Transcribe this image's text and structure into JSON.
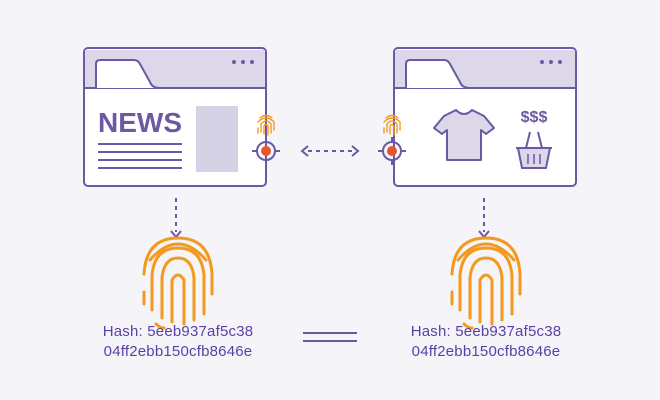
{
  "left_panel": {
    "news_label": "NEWS"
  },
  "right_panel": {
    "price_label": "$$$"
  },
  "hash_left": {
    "prefix": "Hash: 5eeb937af5c38",
    "line2": "04ff2ebb150cfb8646e"
  },
  "hash_right": {
    "prefix": "Hash: 5eeb937af5c38",
    "line2": "04ff2ebb150cfb8646e"
  },
  "colors": {
    "background": "#f5f4f9",
    "outline": "#6b59a3",
    "fill_light": "#dcd8ea",
    "accent_orange": "#f39a1e",
    "target_dot": "#e8552a",
    "hash_text": "#5b3fa6"
  },
  "icons": [
    "fingerprint-icon",
    "crosshair-icon",
    "tshirt-icon",
    "shopping-basket-icon",
    "double-arrow-icon",
    "equals-icon",
    "down-arrow-icon"
  ]
}
